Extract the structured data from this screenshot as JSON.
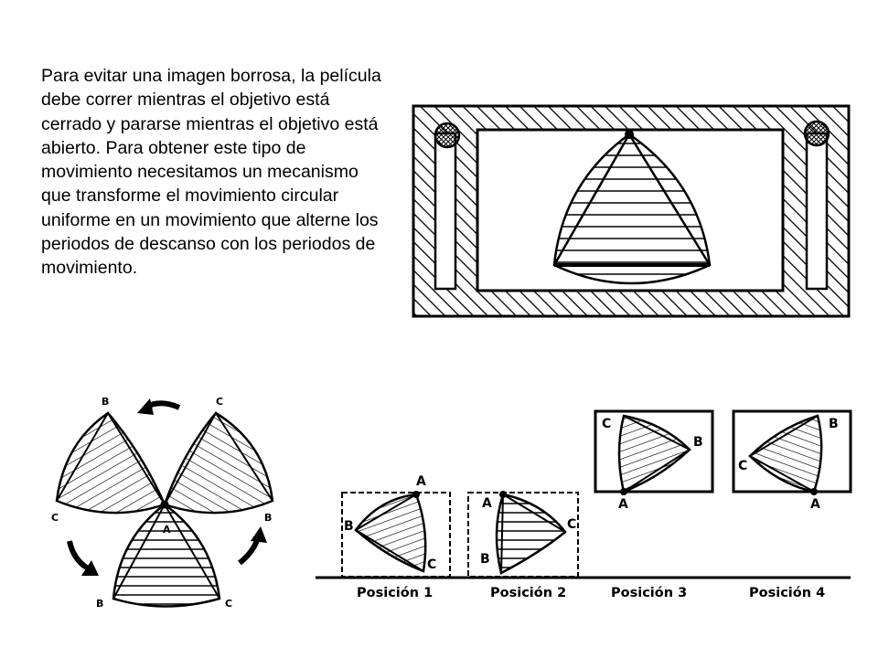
{
  "paragraph": "Para evitar una imagen borrosa, la película debe correr mientras el objetivo está cerrado y pararse mientras el objetivo está abierto. Para obtener este tipo de movimiento necesitamos un mecanismo que transforme el movimiento circular uniforme en un movimiento que alterne los periodos de descanso con los periodos de movimiento.",
  "rotation_labels": {
    "top_b": "B",
    "top_c": "C",
    "left_c": "C",
    "right_b": "B",
    "center_a": "A",
    "bottom_b": "B",
    "bottom_c": "C"
  },
  "positions": [
    {
      "caption": "Posición 1",
      "vertex_a": "A",
      "vertex_b": "B",
      "vertex_c": "C"
    },
    {
      "caption": "Posición 2",
      "vertex_a": "A",
      "vertex_b": "B",
      "vertex_c": "C"
    },
    {
      "caption": "Posición 3",
      "vertex_a": "A",
      "vertex_b": "B",
      "vertex_c": "C"
    },
    {
      "caption": "Posición 4",
      "vertex_a": "A",
      "vertex_b": "B",
      "vertex_c": "C"
    }
  ]
}
